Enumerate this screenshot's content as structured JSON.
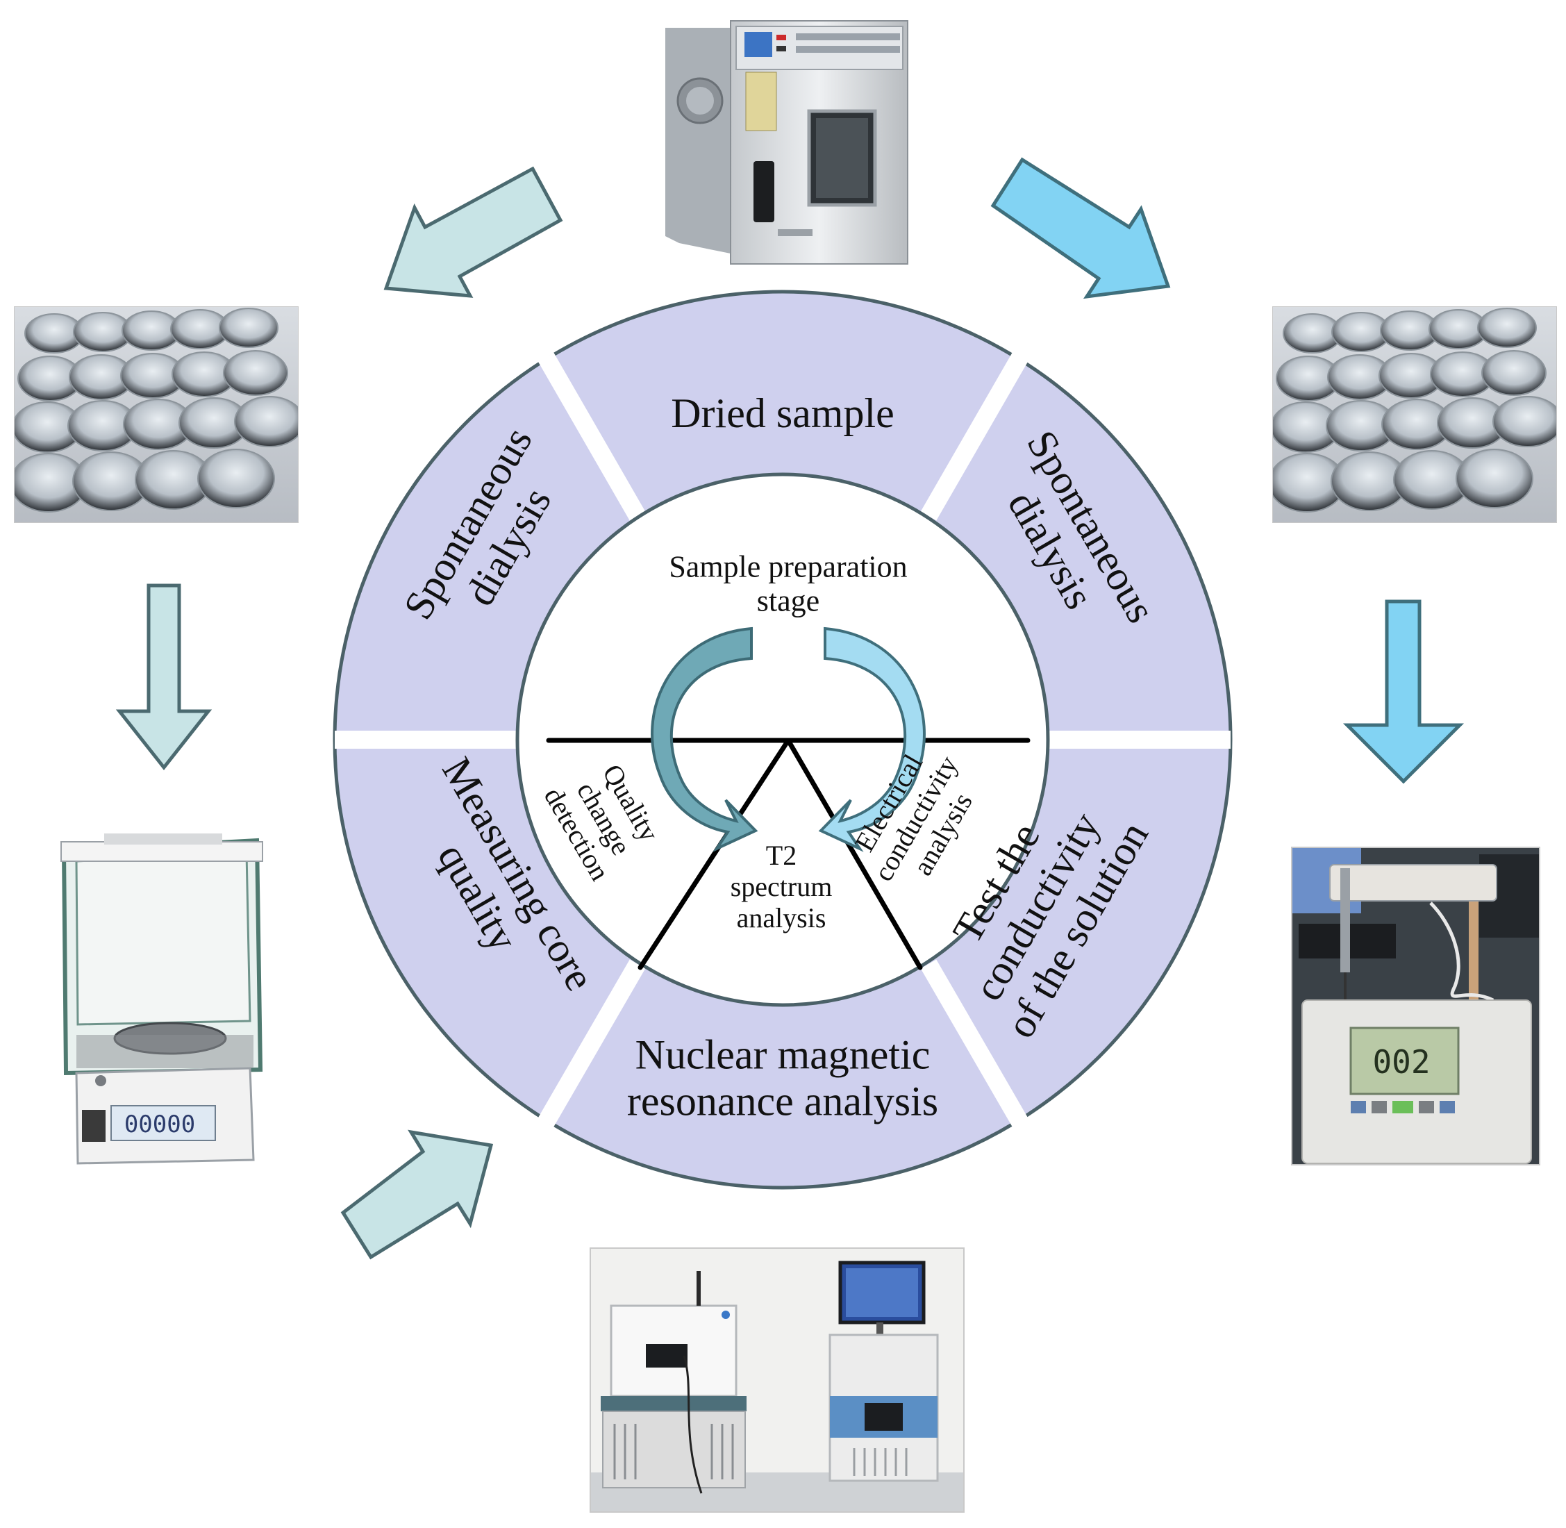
{
  "colors": {
    "ring_fill": "#cfd0ee",
    "ring_outline": "#4b6168",
    "divider": "#ffffff",
    "arrow_teal_fill": "#c8e4e6",
    "arrow_teal_stroke": "#4b6a70",
    "arrow_blue_fill": "#82d3f3",
    "arrow_blue_stroke": "#3f6f7c",
    "inner_lines": "#000000"
  },
  "outer_ring": {
    "top": "Dried sample",
    "upper_left": "Spontaneous\ndialysis",
    "upper_right": "Spontaneous\ndialysis",
    "lower_left": "Measuring core\nquality",
    "bottom": "Nuclear magnetic\nresonance analysis",
    "lower_right": "Test the\nconductivity\nof the solution"
  },
  "inner_circle": {
    "stage": "Sample preparation\nstage",
    "left": "Quality\nchange\ndetection",
    "right": "Electrical\nconductivity\nanalysis",
    "bottom": "T2\nspectrum\nanalysis"
  },
  "photos": [
    {
      "name": "drying-oven-photo",
      "subject": "drying oven"
    },
    {
      "name": "dialysis-beakers-left-photo",
      "subject": "beakers with core samples"
    },
    {
      "name": "dialysis-beakers-right-photo",
      "subject": "beakers with core samples"
    },
    {
      "name": "analytical-balance-photo",
      "subject": "analytical balance",
      "display": "00000"
    },
    {
      "name": "conductivity-meter-photo",
      "subject": "conductivity meter",
      "display": "002"
    },
    {
      "name": "nmr-analyzer-photo",
      "subject": "NMR analyzer"
    }
  ],
  "arrows": [
    {
      "name": "arrow-oven-to-left-dialysis",
      "color": "teal"
    },
    {
      "name": "arrow-oven-to-right-dialysis",
      "color": "blue"
    },
    {
      "name": "arrow-left-dialysis-to-balance",
      "color": "teal"
    },
    {
      "name": "arrow-right-dialysis-to-meter",
      "color": "blue"
    },
    {
      "name": "arrow-balance-to-nmr",
      "color": "teal"
    },
    {
      "name": "inner-curved-arrow-left",
      "color": "teal"
    },
    {
      "name": "inner-curved-arrow-right",
      "color": "blue"
    }
  ]
}
